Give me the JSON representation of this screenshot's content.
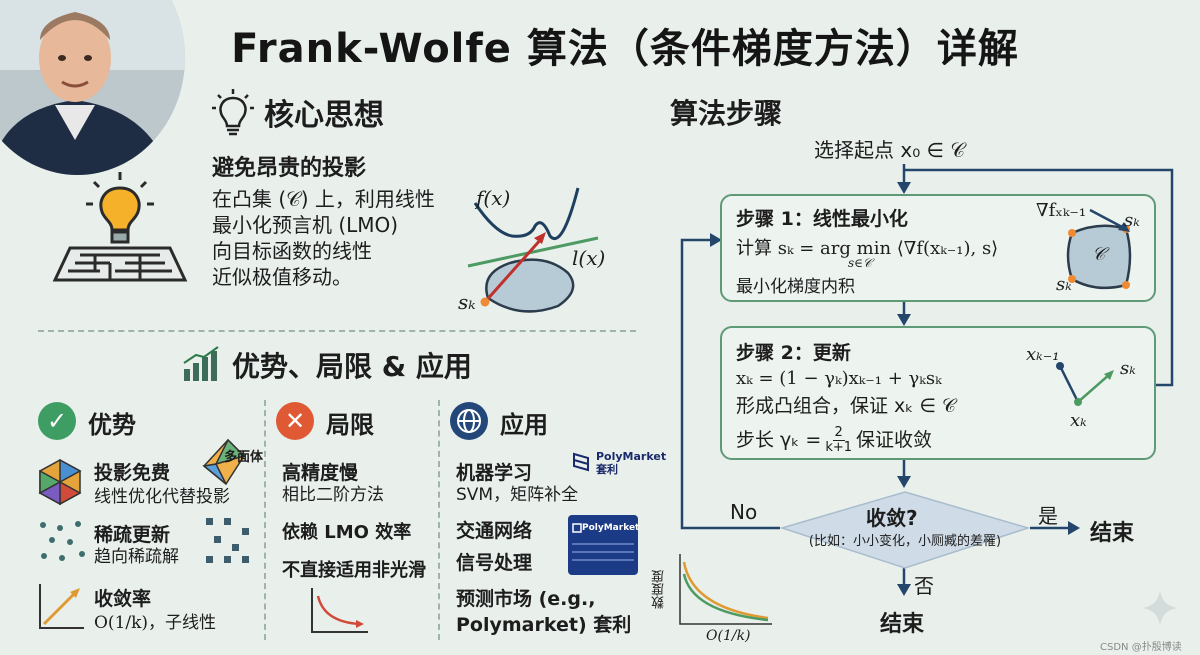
{
  "title": "Frank-Wolfe 算法（条件梯度方法）详解",
  "core": {
    "heading": "核心思想",
    "subheading": "避免昂贵的投影",
    "lines": [
      "在凸集 (𝒞) 上，利用线性",
      "最小化预言机 (LMO)",
      "向目标函数的线性",
      "近似极值移动。"
    ],
    "fx_label": "f(x)",
    "lx_label": "l(x)",
    "sk_label": "sₖ"
  },
  "adv_section": {
    "heading": "优势、局限 & 应用"
  },
  "advantages": {
    "heading": "优势",
    "items": [
      {
        "title": "投影免费",
        "desc": "线性优化代替投影"
      },
      {
        "title": "稀疏更新",
        "desc": "趋向稀疏解"
      },
      {
        "title": "收敛率",
        "desc": "O(1/k)，子线性"
      }
    ],
    "polytope_label": "多面体"
  },
  "limits": {
    "heading": "局限",
    "items": [
      {
        "title": "高精度慢",
        "desc": "相比二阶方法"
      },
      {
        "title": "依赖 LMO 效率",
        "desc": ""
      },
      {
        "title": "不直接适用非光滑",
        "desc": ""
      }
    ]
  },
  "apps": {
    "heading": "应用",
    "items": [
      {
        "title": "机器学习",
        "desc": "SVM，矩阵补全"
      },
      {
        "title": "交通网络",
        "desc": ""
      },
      {
        "title": "信号处理",
        "desc": ""
      },
      {
        "title": "预测市场 (e.g.,",
        "desc": "Polymarket) 套利"
      }
    ],
    "polymarket_logo": "PolyMarket",
    "polymarket_sub": "套利",
    "polymarket_card": "PolyMarket",
    "chart_ylabel": "数度度",
    "chart_xlabel": "O(1/k)"
  },
  "steps": {
    "heading": "算法步骤",
    "start": "选择起点 x₀ ∈ 𝒞",
    "step1": {
      "title": "步骤 1：线性最小化",
      "compute": "计算 sₖ = arg min ⟨∇f(xₖ₋₁), s⟩",
      "under": "s∈𝒞",
      "note": "最小化梯度内积",
      "grad_label": "∇fₓₖ₋₁",
      "sk": "sₖ",
      "set": "𝒞"
    },
    "step2": {
      "title": "步骤 2：更新",
      "eq": "xₖ = (1 − γₖ)xₖ₋₁ + γₖsₖ",
      "line2": "形成凸组合，保证 xₖ ∈ 𝒞",
      "line3a": "步长 γₖ = ",
      "frac_num": "2",
      "frac_den": "k+1",
      "line3b": " 保证收敛",
      "xkm1": "xₖ₋₁",
      "sk": "sₖ",
      "xk": "xₖ"
    },
    "decision": {
      "title": "收敛?",
      "sub": "(比如：小小变化，小厕臧的差罹)"
    },
    "no": "No",
    "yes": "是",
    "no2": "否",
    "end_right": "结束",
    "end_bottom": "结束"
  },
  "watermark": "CSDN @扑殷博读"
}
